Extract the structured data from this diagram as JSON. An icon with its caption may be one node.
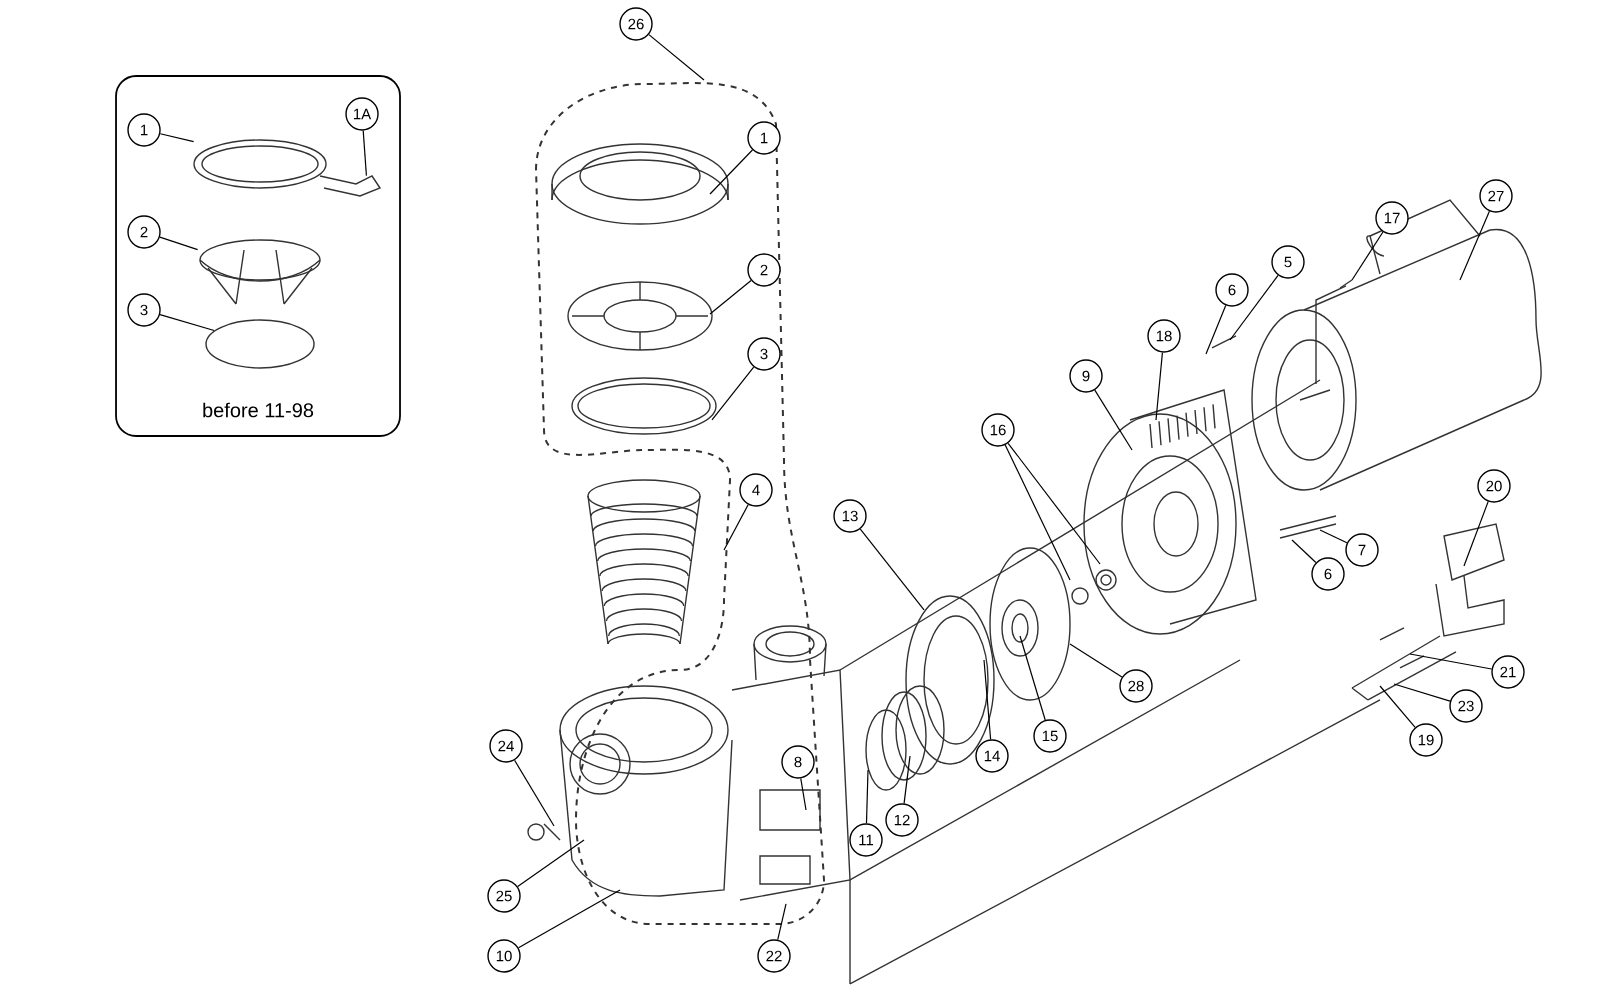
{
  "diagram": {
    "nodes": [
      {
        "text": [
          "before 11-98"
        ]
      },
      {
        "text": [
          "1"
        ],
        "in": 0
      },
      {
        "text": [
          "1A"
        ],
        "in": 0
      },
      {
        "text": [
          "2"
        ],
        "in": 0
      },
      {
        "text": [
          "3"
        ],
        "in": 0
      },
      {
        "text": [
          "26"
        ]
      },
      {
        "text": [
          "1"
        ]
      },
      {
        "text": [
          "27"
        ]
      },
      {
        "text": [
          "17"
        ]
      },
      {
        "text": [
          "5"
        ]
      },
      {
        "text": [
          "2"
        ]
      },
      {
        "text": [
          "6"
        ]
      },
      {
        "text": [
          "18"
        ]
      },
      {
        "text": [
          "3"
        ]
      },
      {
        "text": [
          "9"
        ]
      },
      {
        "text": [
          "16"
        ]
      },
      {
        "text": [
          "20"
        ]
      },
      {
        "text": [
          "4"
        ]
      },
      {
        "text": [
          "13"
        ]
      },
      {
        "text": [
          "7"
        ]
      },
      {
        "text": [
          "6"
        ]
      },
      {
        "text": [
          "21"
        ]
      },
      {
        "text": [
          "28"
        ]
      },
      {
        "text": [
          "23"
        ]
      },
      {
        "text": [
          "15"
        ]
      },
      {
        "text": [
          "19"
        ]
      },
      {
        "text": [
          "14"
        ]
      },
      {
        "text": [
          "24"
        ]
      },
      {
        "text": [
          "8"
        ]
      },
      {
        "text": [
          "12"
        ]
      },
      {
        "text": [
          "11"
        ]
      },
      {
        "text": [
          "25"
        ]
      },
      {
        "text": [
          "10"
        ]
      },
      {
        "text": [
          "22"
        ]
      },
      {
        "text": [],
        "shape": "picture",
        "in": 0
      },
      {
        "text": [],
        "shape": "picture",
        "in": 0
      },
      {
        "text": [],
        "shape": "circle",
        "in": 0
      }
    ],
    "edges": [
      {
        "from": 1,
        "to": 34,
        "arrow": "none"
      },
      {
        "from": 2,
        "to": 34,
        "arrow": "none"
      },
      {
        "from": 3,
        "to": 35,
        "arrow": "none"
      },
      {
        "from": 4,
        "to": 36,
        "arrow": "none"
      },
      {
        "from": 5,
        "to": null,
        "arrow": "none"
      },
      {
        "from": 6,
        "to": null,
        "arrow": "none"
      },
      {
        "from": 7,
        "to": null,
        "arrow": "none"
      },
      {
        "from": 8,
        "to": null,
        "arrow": "none"
      },
      {
        "from": 9,
        "to": null,
        "arrow": "none"
      },
      {
        "from": 10,
        "to": null,
        "arrow": "none"
      },
      {
        "from": 11,
        "to": null,
        "arrow": "none"
      },
      {
        "from": 12,
        "to": null,
        "arrow": "none"
      },
      {
        "from": 13,
        "to": null,
        "arrow": "none"
      },
      {
        "from": 14,
        "to": null,
        "arrow": "none"
      },
      {
        "from": 15,
        "to": null,
        "arrow": "none"
      },
      {
        "from": 15,
        "to": null,
        "arrow": "none"
      },
      {
        "from": 16,
        "to": null,
        "arrow": "none"
      },
      {
        "from": 17,
        "to": null,
        "arrow": "none"
      },
      {
        "from": 18,
        "to": null,
        "arrow": "none"
      },
      {
        "from": 19,
        "to": null,
        "arrow": "none"
      },
      {
        "from": 20,
        "to": null,
        "arrow": "none"
      },
      {
        "from": 21,
        "to": null,
        "arrow": "none"
      },
      {
        "from": 22,
        "to": null,
        "arrow": "none"
      },
      {
        "from": 23,
        "to": null,
        "arrow": "none"
      },
      {
        "from": 24,
        "to": null,
        "arrow": "none"
      },
      {
        "from": 25,
        "to": null,
        "arrow": "none"
      },
      {
        "from": 26,
        "to": null,
        "arrow": "none"
      },
      {
        "from": 27,
        "to": null,
        "arrow": "none"
      },
      {
        "from": 28,
        "to": null,
        "arrow": "none"
      },
      {
        "from": 29,
        "to": null,
        "arrow": "none"
      },
      {
        "from": 30,
        "to": null,
        "arrow": "none"
      },
      {
        "from": 31,
        "to": null,
        "arrow": "none"
      },
      {
        "from": 32,
        "to": null,
        "arrow": "none"
      },
      {
        "from": 33,
        "to": null,
        "arrow": "none"
      }
    ]
  }
}
